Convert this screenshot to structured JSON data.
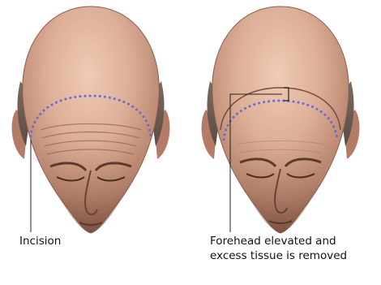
{
  "labels": {
    "left": "Incision",
    "right_line1": "Forehead elevated and",
    "right_line2": "excess tissue is removed"
  },
  "colors": {
    "incision_dots": "#6a6ad0",
    "skin": "#c99780",
    "leader_line": "#222222"
  }
}
